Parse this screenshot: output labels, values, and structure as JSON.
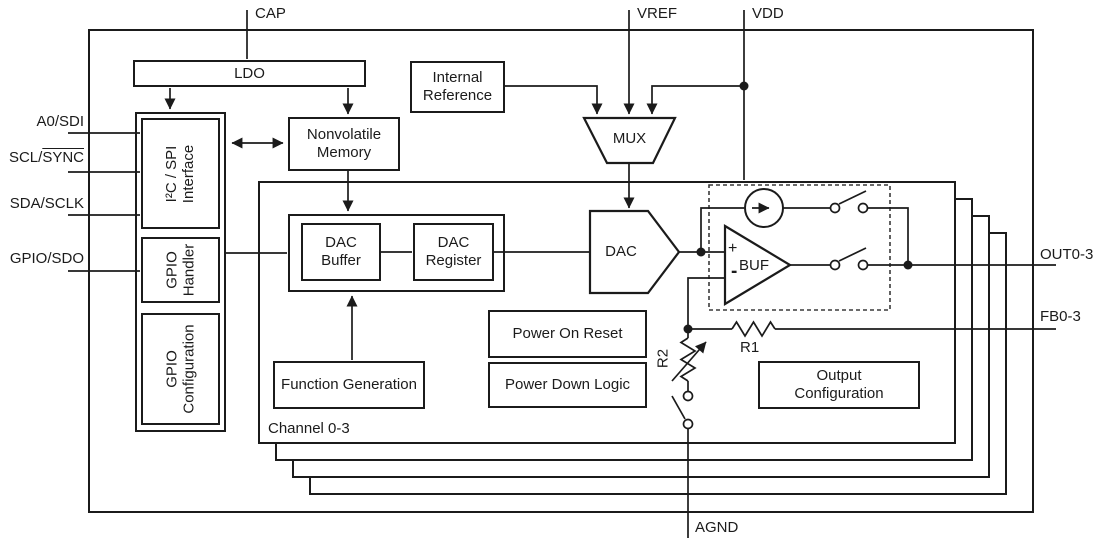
{
  "pins": {
    "top": [
      {
        "name": "CAP"
      },
      {
        "name": "VREF"
      },
      {
        "name": "VDD"
      }
    ],
    "left": [
      {
        "name": "A0/SDI",
        "overline": ""
      },
      {
        "name": "SCL/",
        "overline": "SYNC"
      },
      {
        "name": "SDA/SCLK",
        "overline": ""
      },
      {
        "name": "GPIO/SDO",
        "overline": ""
      }
    ],
    "right": [
      {
        "name": "OUT0-3"
      },
      {
        "name": "FB0-3"
      }
    ],
    "bottom": [
      {
        "name": "AGND"
      }
    ]
  },
  "blocks": {
    "ldo": "LDO",
    "internal_reference": {
      "line1": "Internal",
      "line2": "Reference"
    },
    "mux": "MUX",
    "nonvolatile_memory": {
      "line1": "Nonvolatile",
      "line2": "Memory"
    },
    "interface": {
      "line1": "I²C / SPI",
      "line2": "Interface"
    },
    "gpio_handler": {
      "line1": "GPIO",
      "line2": "Handler"
    },
    "gpio_configuration": {
      "line1": "GPIO",
      "line2": "Configuration"
    },
    "dac_buffer": {
      "line1": "DAC",
      "line2": "Buffer"
    },
    "dac_register": {
      "line1": "DAC",
      "line2": "Register"
    },
    "dac": "DAC",
    "buffer_amp": "BUF",
    "power_on_reset": "Power On Reset",
    "power_down_logic": "Power Down Logic",
    "function_generation": "Function Generation",
    "output_configuration": {
      "line1": "Output",
      "line2": "Configuration"
    },
    "channel_label": "Channel 0-3"
  },
  "components": {
    "r1": "R1",
    "r2": "R2",
    "buf_plus": "+",
    "buf_minus": "-"
  },
  "colors": {
    "line": "#1b1b1b",
    "background": "#ffffff"
  }
}
